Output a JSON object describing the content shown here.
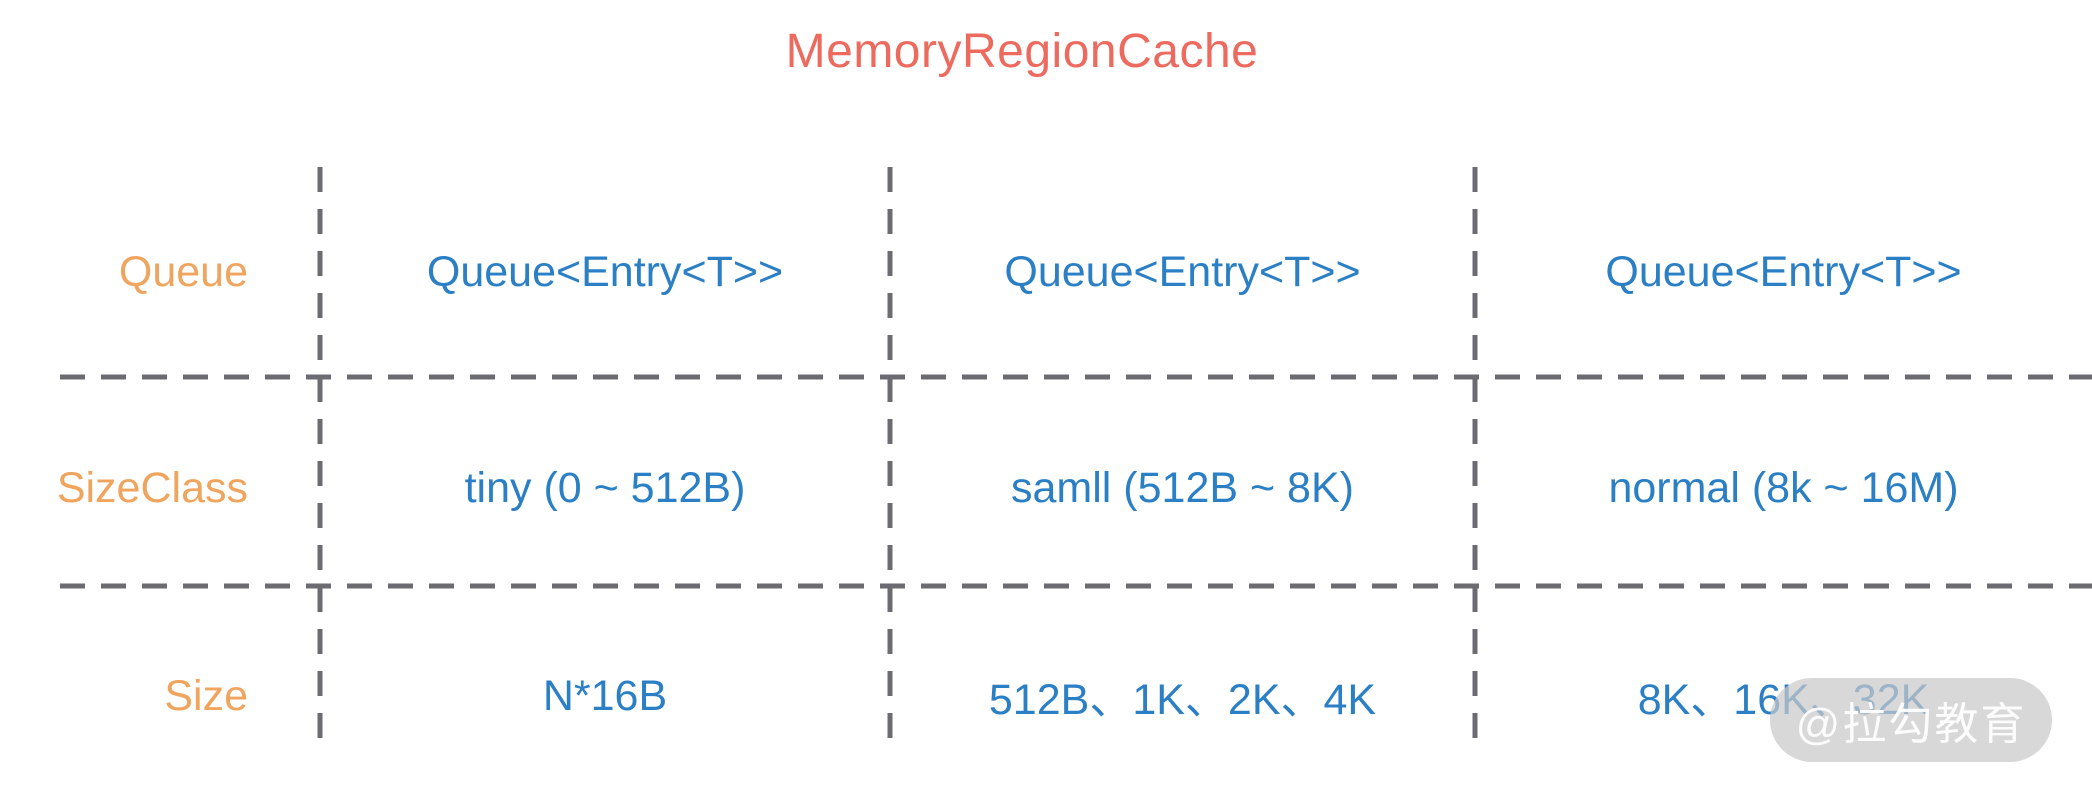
{
  "title": "MemoryRegionCache",
  "table": {
    "rows": [
      {
        "label": "Queue",
        "cells": [
          "Queue<Entry<T>>",
          "Queue<Entry<T>>",
          "Queue<Entry<T>>"
        ]
      },
      {
        "label": "SizeClass",
        "cells": [
          "tiny (0 ~ 512B)",
          "samll (512B ~ 8K)",
          "normal (8k ~ 16M)"
        ]
      },
      {
        "label": "Size",
        "cells": [
          "N*16B",
          "512B、1K、2K、4K",
          "8K、16K、32K"
        ]
      }
    ]
  },
  "watermark": {
    "text": "@拉勾教育"
  },
  "colors": {
    "background": "#ffffff",
    "title": "#ed6a5e",
    "row_label": "#f0a55e",
    "cell_text": "#2b7fc4",
    "grid_line": "#6b6b71",
    "watermark_bg": "#c9c9c9",
    "watermark_text": "#ffffff"
  }
}
